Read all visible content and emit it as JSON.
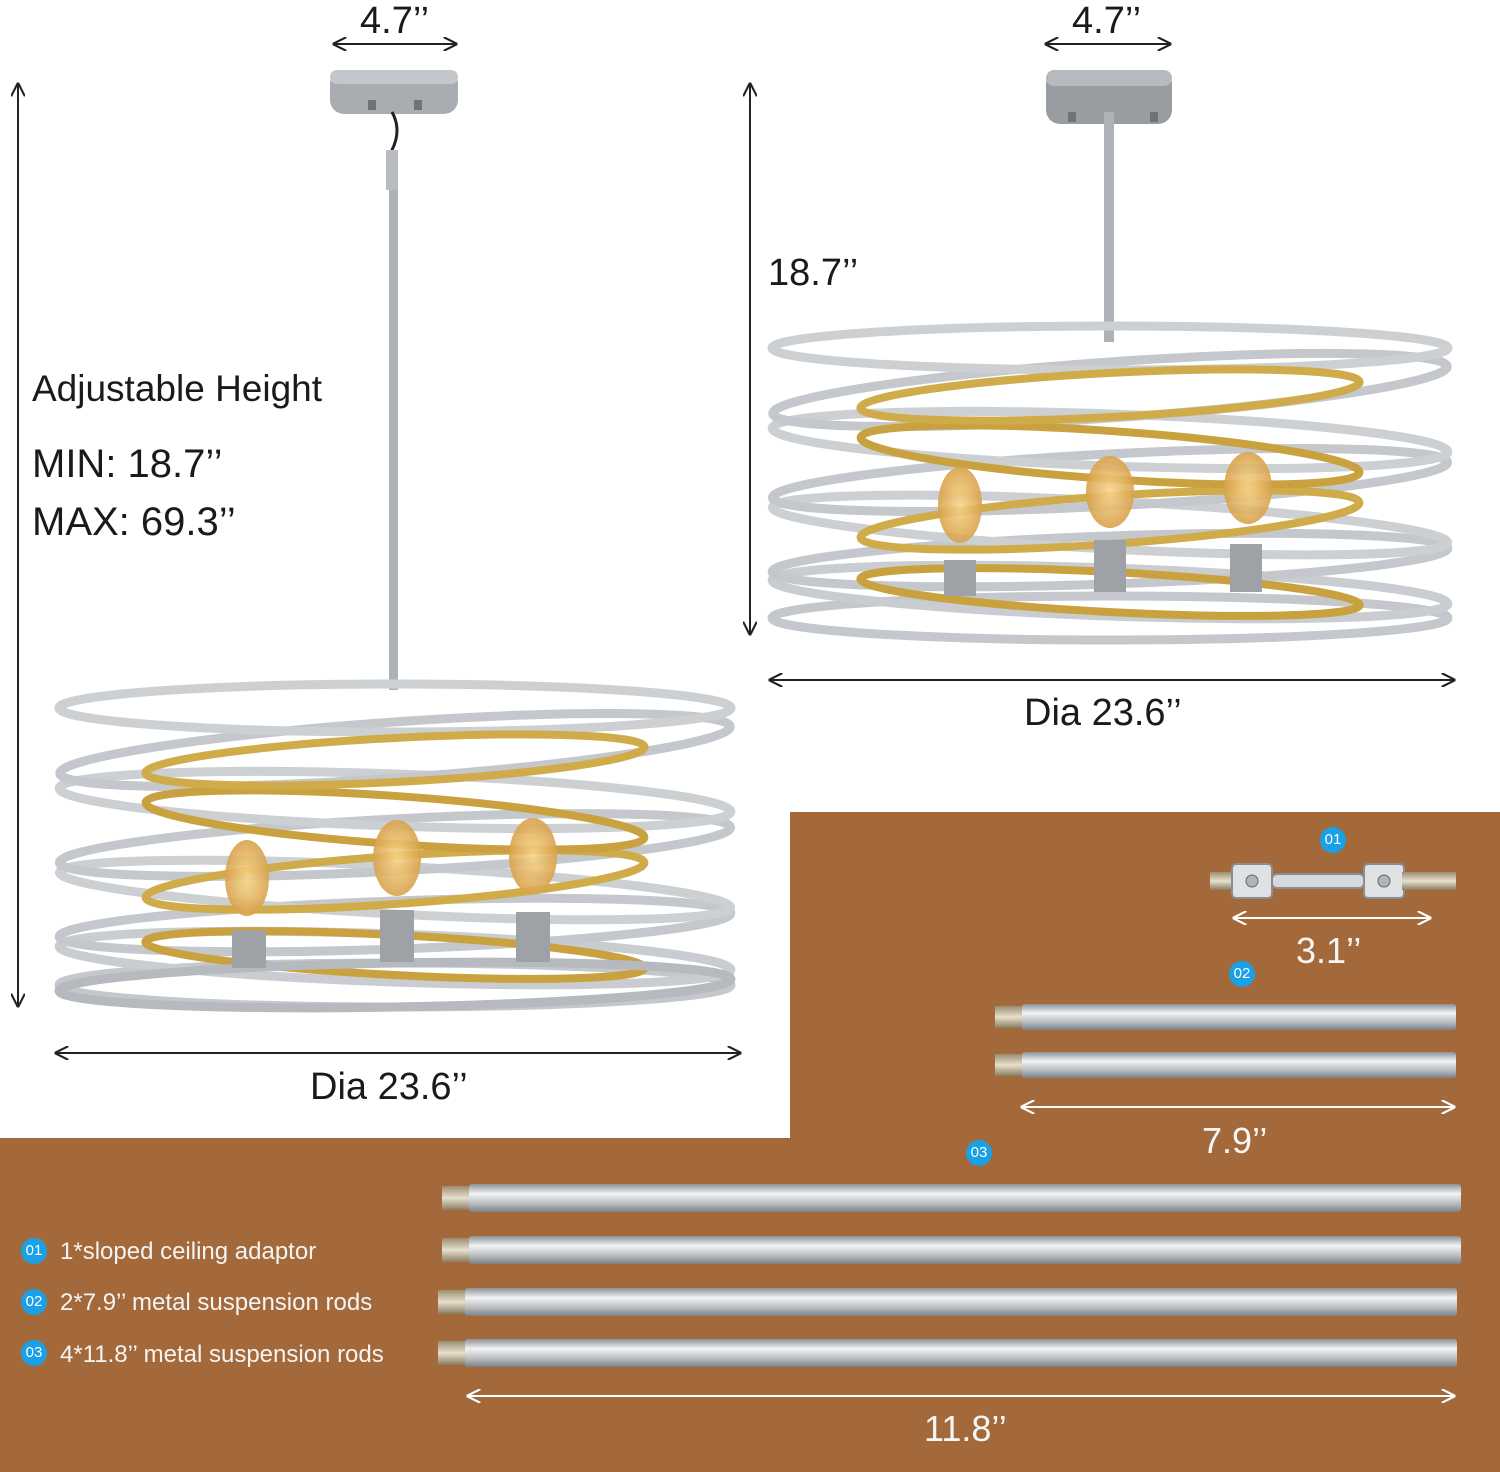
{
  "dimensions": {
    "canopy_left": "4.7’’",
    "canopy_right": "4.7’’",
    "min_height_right": "18.7’’",
    "dia_left": "Dia 23.6’’",
    "dia_right": "Dia 23.6’’"
  },
  "adjustable": {
    "title": "Adjustable Height",
    "min": "MIN:  18.7’’",
    "max": "MAX: 69.3’’"
  },
  "parts": [
    {
      "badge": "01",
      "label": "1*sloped ceiling adaptor",
      "size": "3.1’’"
    },
    {
      "badge": "02",
      "label": "2*7.9’’ metal suspension rods",
      "size": "7.9’’"
    },
    {
      "badge": "03",
      "label": "4*11.8’’ metal suspension rods",
      "size": "11.8’’"
    }
  ],
  "colors": {
    "panel_brown": "#a4693a",
    "silver": "#c9ccd0",
    "gold": "#c9a23f",
    "badge_blue": "#1aa0e6"
  }
}
